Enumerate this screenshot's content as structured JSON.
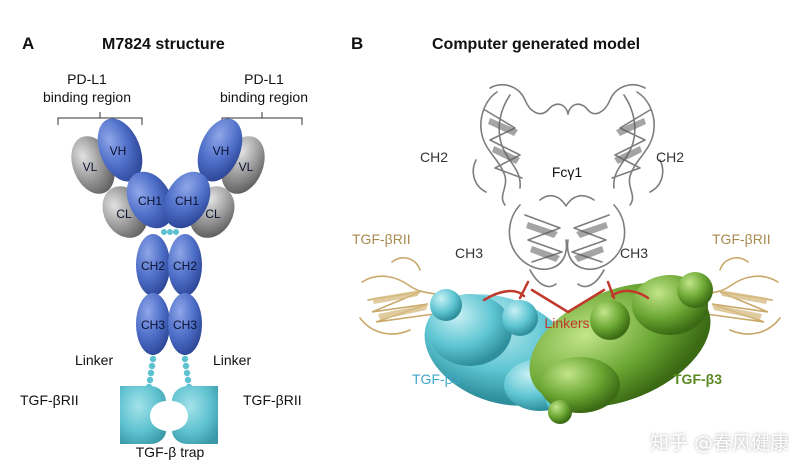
{
  "colors": {
    "blue_domain": "#4f6fc9",
    "gray_domain": "#8f8f8f",
    "teal_trap": "#5dc1cf",
    "ribbon_gray": "#8a8a8a",
    "tan_ribbon": "#c9a86a",
    "linker_red": "#c0392b",
    "cyan_sphere": "#5fc6d3",
    "green_sphere": "#6aa632"
  },
  "panel_a": {
    "letter": "A",
    "title": "M7824 structure",
    "pd_l1_left": [
      "PD-L1",
      "binding region"
    ],
    "pd_l1_right": [
      "PD-L1",
      "binding region"
    ],
    "domains": {
      "vh": "VH",
      "vl": "VL",
      "ch1": "CH1",
      "cl": "CL",
      "ch2": "CH2",
      "ch3": "CH3"
    },
    "linker_left": "Linker",
    "linker_right": "Linker",
    "tgf_left": "TGF-βRII",
    "tgf_right": "TGF-βRII",
    "trap": "TGF-β trap"
  },
  "panel_b": {
    "letter": "B",
    "title": "Computer generated model",
    "ch2_left": "CH2",
    "ch2_right": "CH2",
    "fc": "Fcγ1",
    "ch3_left": "CH3",
    "ch3_right": "CH3",
    "tgf_rii_left": "TGF-βRII",
    "tgf_rii_right": "TGF-βRII",
    "linkers": "Linkers",
    "tgf_b3_left": "TGF-β3",
    "tgf_b3_right": "TGF-β3"
  },
  "watermark": "知乎 @春风健康"
}
